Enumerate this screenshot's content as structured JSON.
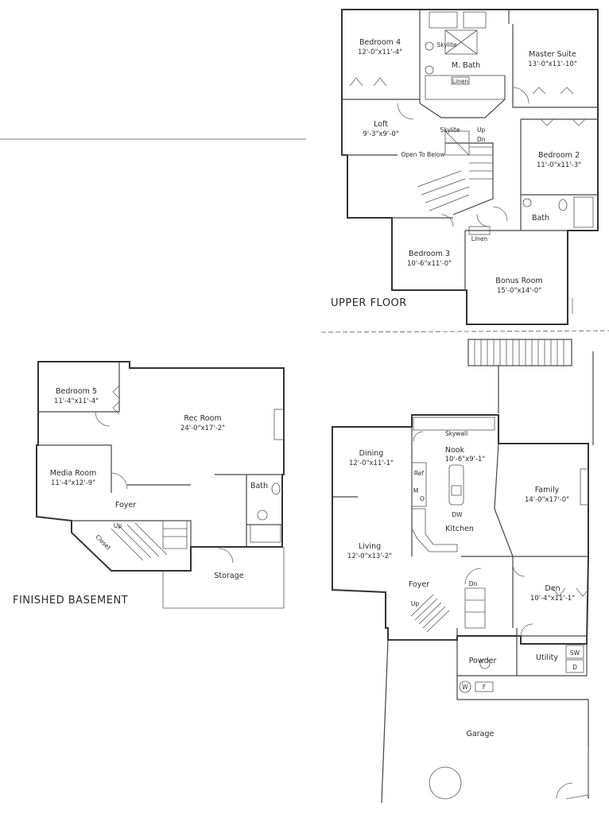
{
  "floors": {
    "upper": {
      "title": "UPPER FLOOR",
      "rooms": {
        "bedroom4": {
          "name": "Bedroom 4",
          "size": "12'-0\"x11'-4\""
        },
        "master_suite": {
          "name": "Master Suite",
          "size": "13'-0\"x11'-10\""
        },
        "m_bath": {
          "name": "M. Bath"
        },
        "skylite1": {
          "name": "Skylite"
        },
        "linen1": {
          "name": "Linen"
        },
        "loft": {
          "name": "Loft",
          "size": "9'-3\"x9'-0\""
        },
        "skylite2": {
          "name": "Skylite"
        },
        "up": {
          "name": "Up"
        },
        "dn": {
          "name": "Dn"
        },
        "open_to_below": {
          "name": "Open To Below"
        },
        "bedroom2": {
          "name": "Bedroom 2",
          "size": "11'-0\"x11'-3\""
        },
        "bath": {
          "name": "Bath"
        },
        "linen2": {
          "name": "Linen"
        },
        "bedroom3": {
          "name": "Bedroom 3",
          "size": "10'-6\"x11'-0\""
        },
        "bonus_room": {
          "name": "Bonus Room",
          "size": "15'-0\"x14'-0\""
        }
      }
    },
    "basement": {
      "title": "FINISHED BASEMENT",
      "rooms": {
        "bedroom5": {
          "name": "Bedroom 5",
          "size": "11'-4\"x11'-4\""
        },
        "rec_room": {
          "name": "Rec Room",
          "size": "24'-0\"x17'-2\""
        },
        "media_room": {
          "name": "Media Room",
          "size": "11'-4\"x12'-9\""
        },
        "bath": {
          "name": "Bath"
        },
        "foyer": {
          "name": "Foyer"
        },
        "up": {
          "name": "Up"
        },
        "closet": {
          "name": "Closet"
        },
        "storage": {
          "name": "Storage"
        }
      }
    },
    "main": {
      "rooms": {
        "skywall": {
          "name": "Skywall"
        },
        "dining": {
          "name": "Dining",
          "size": "12'-0\"x11'-1\""
        },
        "nook": {
          "name": "Nook",
          "size": "10'-6\"x9'-1\""
        },
        "family": {
          "name": "Family",
          "size": "14'-0\"x17'-0\""
        },
        "ref": {
          "name": "Ref"
        },
        "m": {
          "name": "M"
        },
        "o": {
          "name": "O"
        },
        "dw": {
          "name": "DW"
        },
        "kitchen": {
          "name": "Kitchen"
        },
        "living": {
          "name": "Living",
          "size": "12'-0\"x13'-2\""
        },
        "foyer": {
          "name": "Foyer"
        },
        "dn": {
          "name": "Dn"
        },
        "up": {
          "name": "Up"
        },
        "den": {
          "name": "Den",
          "size": "10'-4\"x11'-1\""
        },
        "powder": {
          "name": "Powder"
        },
        "utility": {
          "name": "Utility"
        },
        "sw": {
          "name": "SW"
        },
        "d": {
          "name": "D"
        },
        "w": {
          "name": "W"
        },
        "f": {
          "name": "F"
        },
        "garage": {
          "name": "Garage"
        }
      }
    }
  }
}
